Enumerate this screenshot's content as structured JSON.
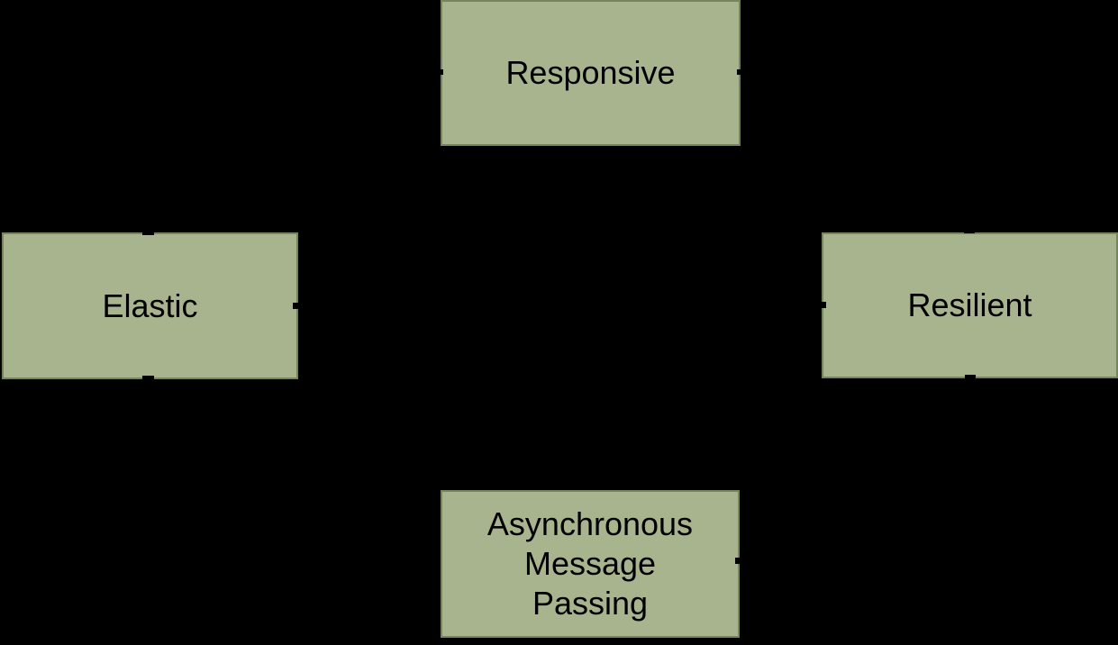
{
  "diagram": {
    "background_color": "#000000",
    "node_fill_color": "#a8b48e",
    "node_border_color": "#76855c",
    "node_text_color": "#000000",
    "nodes": {
      "responsive": {
        "label": "Responsive"
      },
      "elastic": {
        "label": "Elastic"
      },
      "resilient": {
        "label": "Resilient"
      },
      "async_message_passing": {
        "label": "Asynchronous\nMessage\nPassing"
      }
    }
  }
}
